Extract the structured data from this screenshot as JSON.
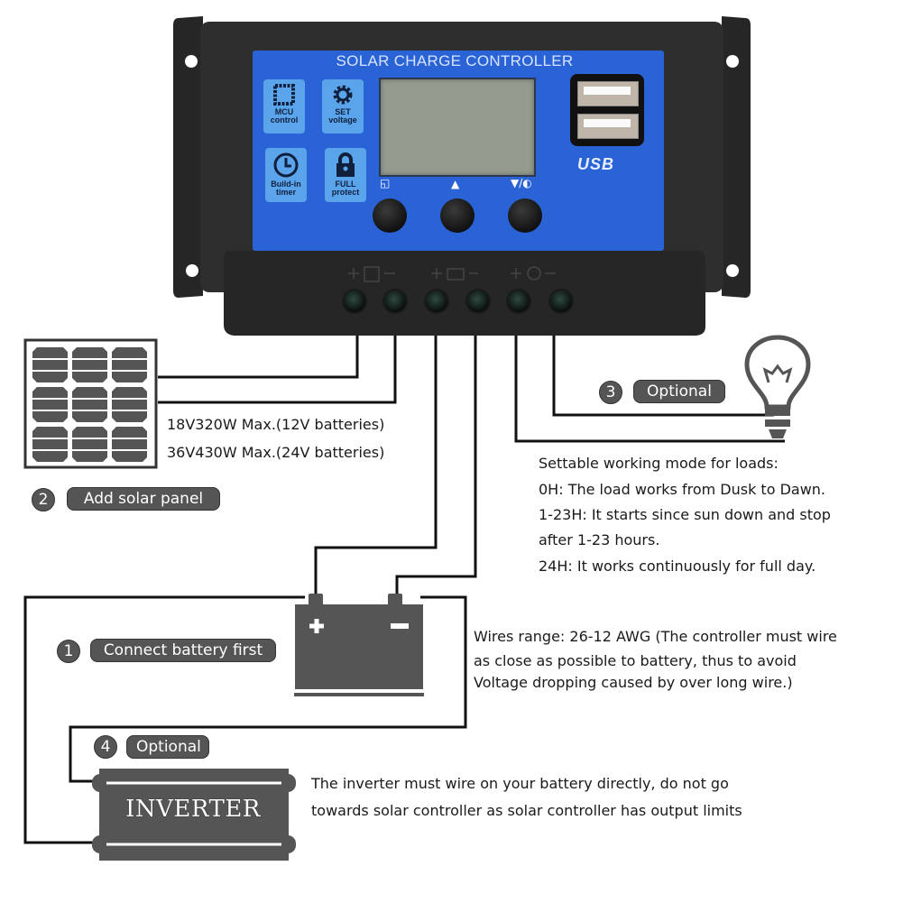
{
  "controller": {
    "title": "SOLAR CHARGE CONTROLLER",
    "features": [
      {
        "icon": "chip-icon",
        "line1": "MCU",
        "line2": "control"
      },
      {
        "icon": "gear-icon",
        "line1": "SET",
        "line2": "voltage"
      },
      {
        "icon": "clock-icon",
        "line1": "Build-in",
        "line2": "timer"
      },
      {
        "icon": "lock-icon",
        "line1": "FULL",
        "line2": "protect"
      }
    ],
    "buttons": [
      {
        "icon": "menu-switch-icon",
        "glyph": "◱"
      },
      {
        "icon": "up-plus-icon",
        "glyph": "▲"
      },
      {
        "icon": "down-light-icon",
        "glyph": "▼/◐"
      }
    ],
    "usb_label": "USB",
    "terminal_groups": [
      {
        "name": "solar-panel",
        "plus": "+",
        "minus": "−"
      },
      {
        "name": "battery",
        "plus": "+",
        "minus": "−"
      },
      {
        "name": "load",
        "plus": "+",
        "minus": "−"
      }
    ]
  },
  "steps": [
    {
      "number": "1",
      "label": "Connect battery first"
    },
    {
      "number": "2",
      "label": "Add solar panel"
    },
    {
      "number": "3",
      "label": "Optional"
    },
    {
      "number": "4",
      "label": "Optional"
    }
  ],
  "solar_panel": {
    "spec_lines": [
      "18V320W Max.(12V batteries)",
      "36V430W Max.(24V batteries)"
    ]
  },
  "load": {
    "description_lines": [
      "Settable working mode for loads:",
      "0H: The load works from Dusk to Dawn.",
      "1-23H: It starts since sun down and stop",
      "after 1-23 hours.",
      "24H: It works continuously for full day."
    ]
  },
  "battery": {
    "plus_symbol": "+",
    "minus_symbol": "−",
    "wire_note_lines": [
      "Wires range: 26-12 AWG (The controller must wire",
      "as close as possible to battery, thus to avoid",
      "Voltage dropping caused by over long wire.)"
    ]
  },
  "inverter": {
    "label": "INVERTER",
    "note_lines": [
      "The inverter must wire on your battery directly, do not go",
      "towards solar controller as solar controller has output limits"
    ]
  },
  "colors": {
    "controller_body": "#2b2b2b",
    "controller_face": "#2a63d6",
    "feature_tile": "#5aa4ec",
    "lcd": "#949c90",
    "icon_gray": "#555555",
    "wire": "#111111"
  }
}
